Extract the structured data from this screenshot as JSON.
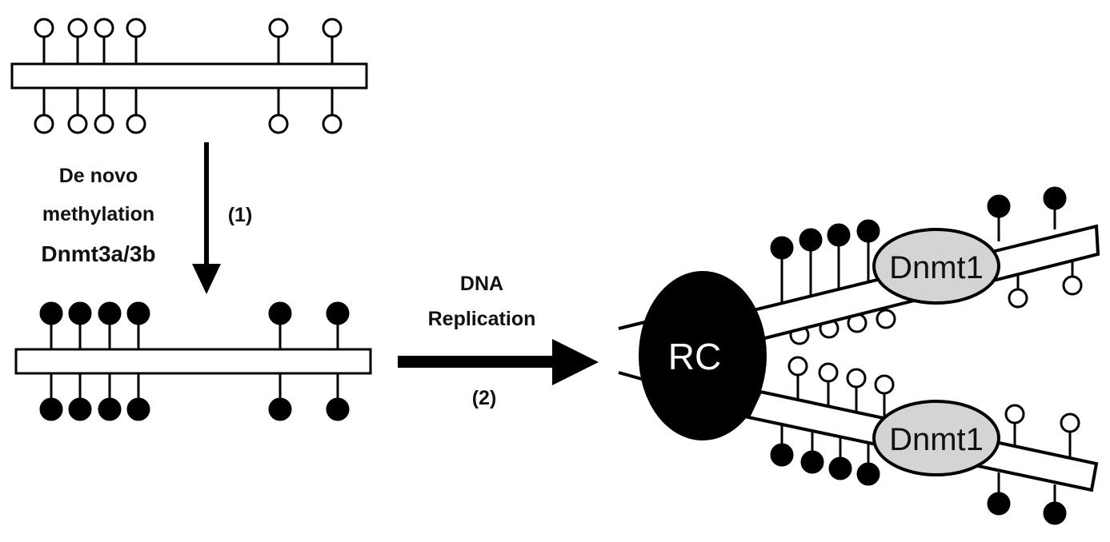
{
  "labels": {
    "step1_line1": "De novo",
    "step1_line2": "methylation",
    "step1_enzyme": "Dnmt3a/3b",
    "step1_number": "(1)",
    "step2_line1": "DNA",
    "step2_line2": "Replication",
    "step2_number": "(2)",
    "replication_complex": "RC",
    "maintenance_enzyme_top": "Dnmt1",
    "maintenance_enzyme_bottom": "Dnmt1"
  },
  "colors": {
    "ink": "#000000",
    "enzyme_fill": "#d4d4d4",
    "unmethylated_fill": "#ffffff",
    "methylated_fill": "#000000"
  }
}
